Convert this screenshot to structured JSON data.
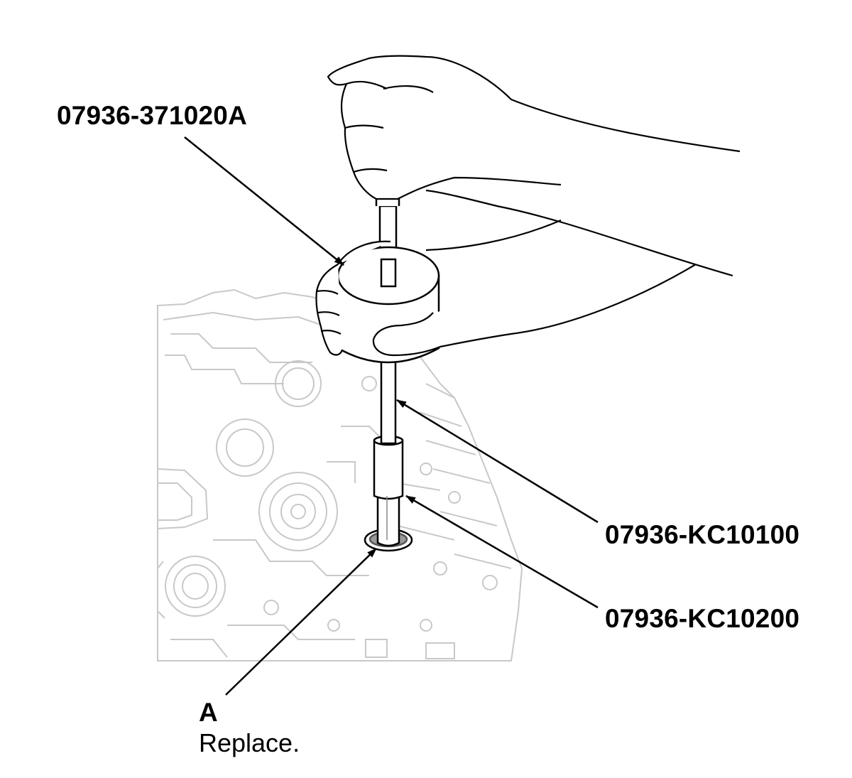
{
  "callouts": {
    "tool_top": "07936-371020A",
    "tool_shaft": "07936-KC10100",
    "tool_driver": "07936-KC10200",
    "part_letter": "A",
    "part_note": "Replace."
  },
  "colors": {
    "line": "#000000",
    "background_detail": "#c8c8c8",
    "background": "#ffffff"
  }
}
